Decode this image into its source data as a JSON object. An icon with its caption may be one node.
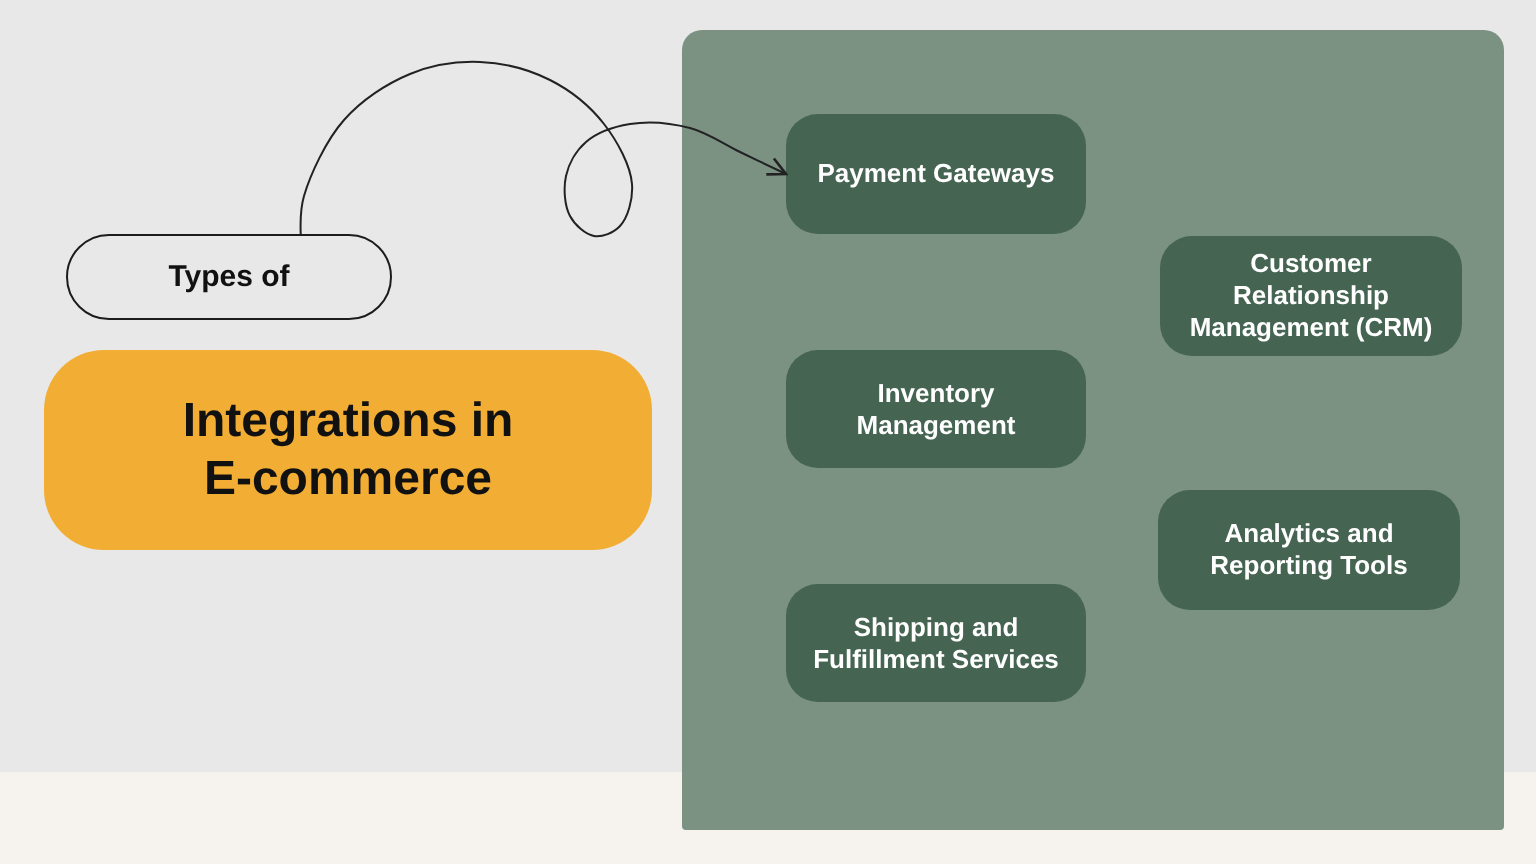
{
  "diagram": {
    "nodes": [
      {
        "text": [
          "Types of"
        ]
      },
      {
        "text": [
          "Integrations in E-commerce"
        ]
      },
      {
        "text": [],
        "shape": "box"
      },
      {
        "text": [
          "Payment Gateways"
        ],
        "in": 2
      },
      {
        "text": [
          "Customer Relationship Management (CRM)"
        ],
        "in": 2
      },
      {
        "text": [
          "Inventory Management"
        ],
        "in": 2
      },
      {
        "text": [
          "Analytics and Reporting Tools"
        ],
        "in": 2
      },
      {
        "text": [
          "Shipping and Fulfillment Services"
        ],
        "in": 2
      }
    ],
    "edges": [
      {
        "from": 0,
        "to": 3,
        "arrow": "to"
      }
    ]
  }
}
